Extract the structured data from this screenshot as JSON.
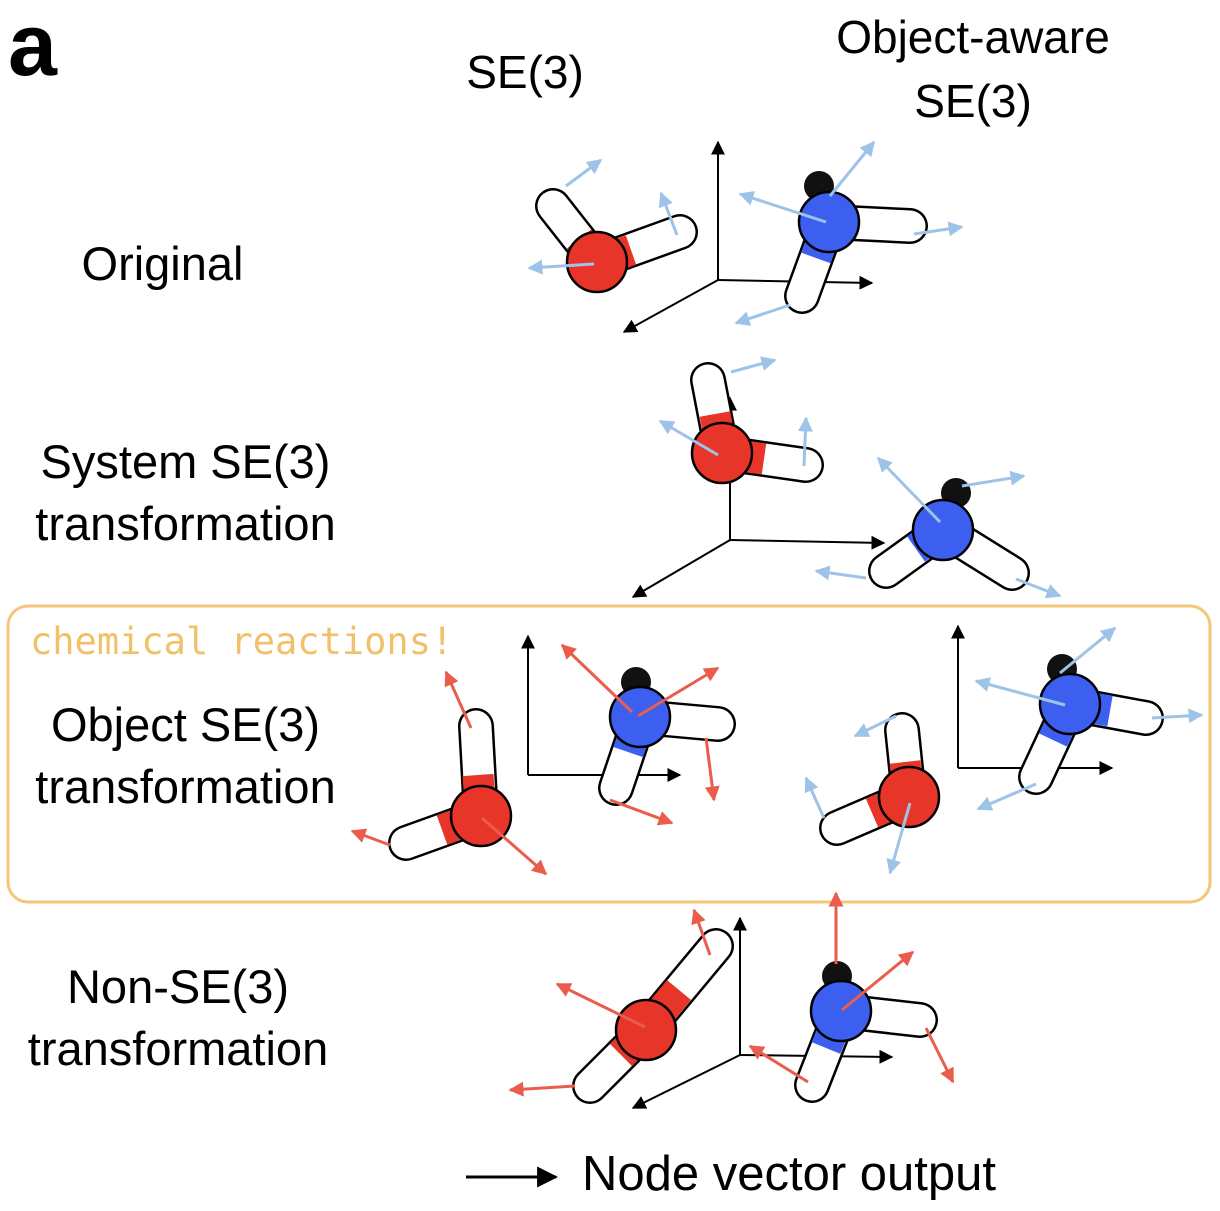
{
  "panel_label": "a",
  "columns": {
    "se3": "SE(3)",
    "object_aware_line1": "Object-aware",
    "object_aware_line2": "SE(3)"
  },
  "rows": {
    "original": "Original",
    "system_line1": "System SE(3)",
    "system_line2": "transformation",
    "object_line1": "Object SE(3)",
    "object_line2": "transformation",
    "non_se3_line1": "Non-SE(3)",
    "non_se3_line2": "transformation"
  },
  "highlight_note": "chemical reactions!",
  "legend": {
    "text": "Node vector output"
  },
  "colors": {
    "oxygen": "#e8352a",
    "nitrogen": "#3c5ff0",
    "hydrogen": "#ffffff",
    "lone_pair": "#111111",
    "vector_equivariant": "#9ec3e8",
    "vector_broken": "#ea5d4c",
    "highlight_border": "#f3c67a",
    "note_text": "#f1c16a",
    "axis": "#000000"
  },
  "icons": [
    "water-molecule",
    "ammonia-molecule",
    "coordinate-axes",
    "vector-arrow"
  ]
}
